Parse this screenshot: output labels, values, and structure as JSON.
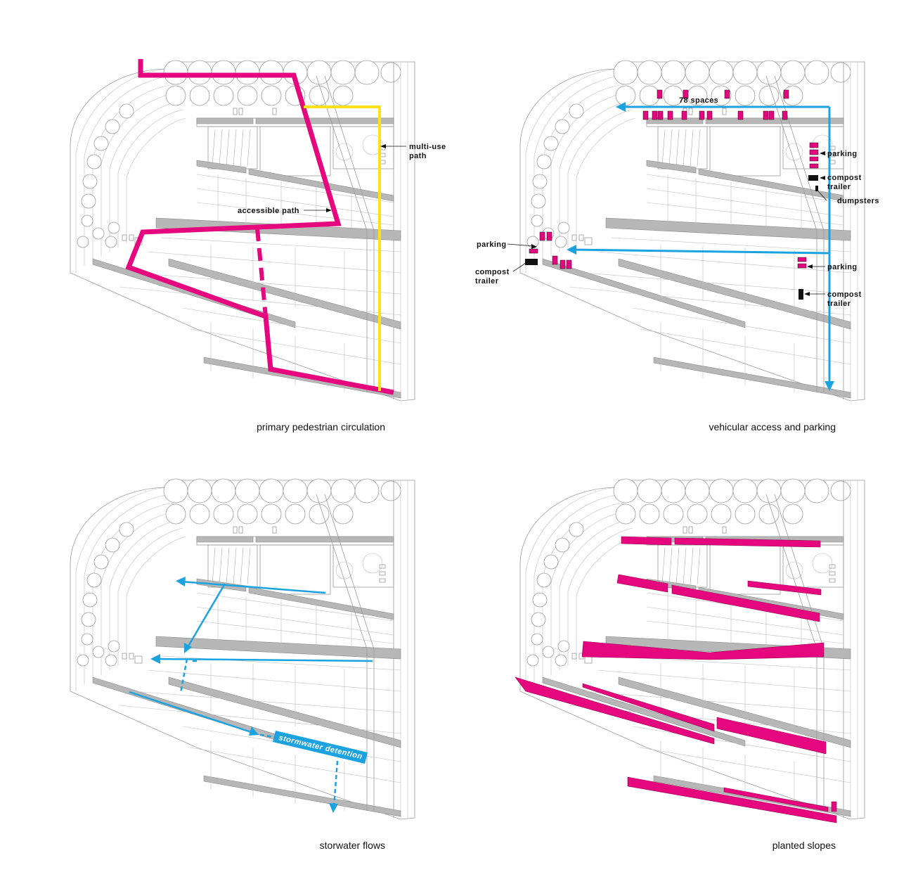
{
  "colors": {
    "magenta": "#e6067e",
    "yellow": "#ffe11a",
    "blue": "#1aa3e0",
    "black": "#111111",
    "plan_gray": "#9a9a9a"
  },
  "panels": [
    {
      "caption": "primary pedestrian circulation",
      "labels": {
        "multi_use": [
          "multi-use",
          "path"
        ],
        "accessible": "accessible path"
      }
    },
    {
      "caption": "vehicular access and parking",
      "labels": {
        "spaces": "78 spaces",
        "parking_top": "parking",
        "compost_top": [
          "compost",
          "trailer"
        ],
        "dumpsters": "dumpsters",
        "parking_left": "parking",
        "compost_left": [
          "compost",
          "trailer"
        ],
        "parking_right": "parking",
        "compost_right": [
          "compost",
          "trailer"
        ]
      }
    },
    {
      "caption": "storwater flows",
      "labels": {
        "detention": "stormwater detention"
      }
    },
    {
      "caption": "planted slopes",
      "labels": {}
    }
  ]
}
